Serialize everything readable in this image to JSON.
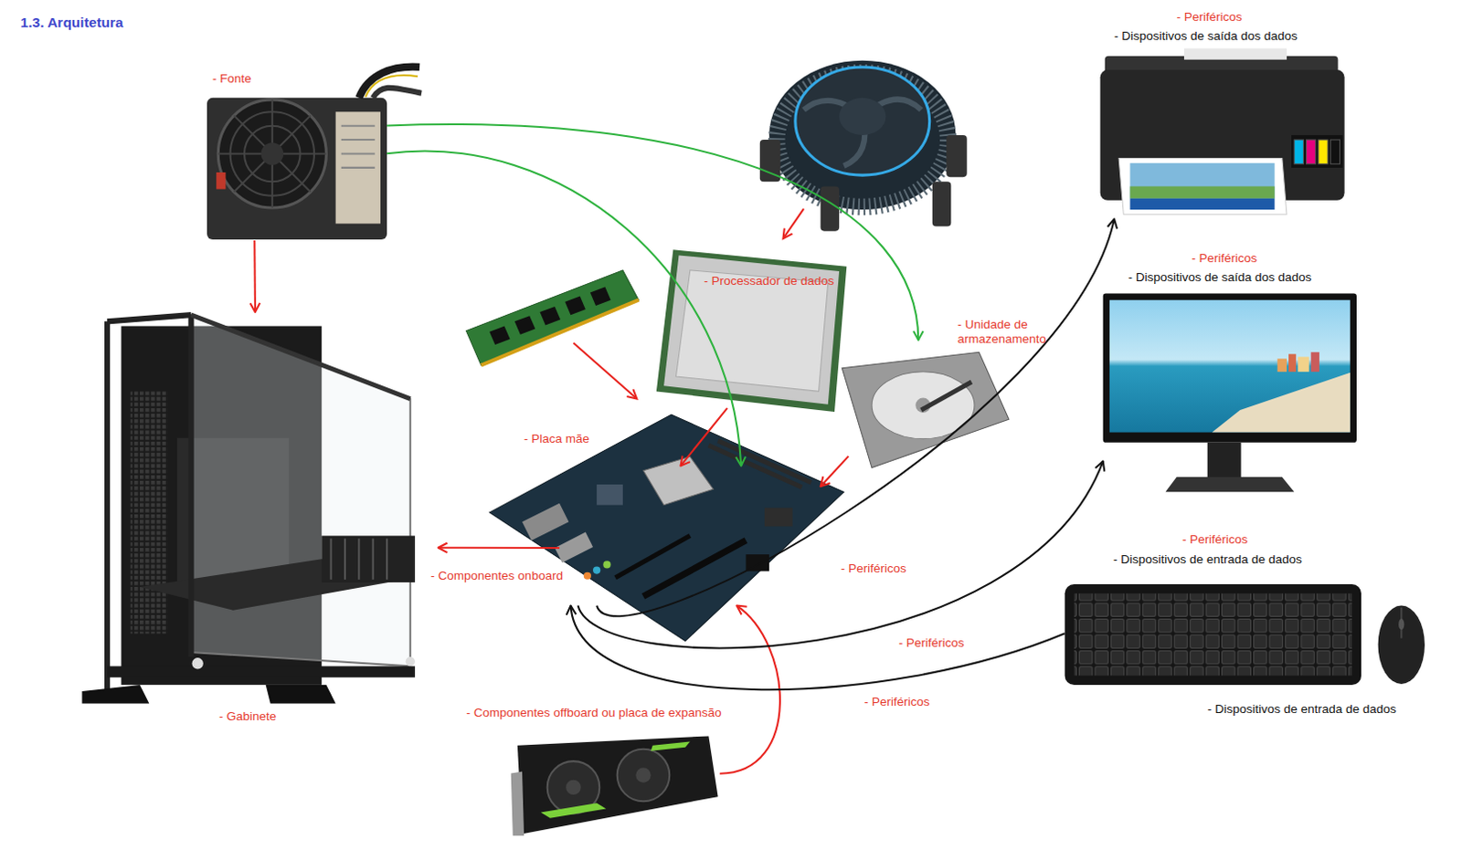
{
  "diagram": {
    "title": "1.3. Arquitetura",
    "nodes": [
      {
        "text": [
          "- Fonte"
        ]
      },
      {
        "text": [
          "- Processador de dados"
        ]
      },
      {
        "text": [
          "- Unidade de armazenamento"
        ]
      },
      {
        "text": [
          "- Placa mãe"
        ]
      },
      {
        "text": [
          "- Gabinete"
        ]
      },
      {
        "text": [
          "- Componentes offboard ou placa de expansão"
        ]
      },
      {
        "text": [
          "- Periféricos",
          "- Dispositivos de saída dos dados"
        ]
      },
      {
        "text": [
          "- Periféricos",
          "- Dispositivos de saída dos dados"
        ]
      },
      {
        "text": [
          "- Periféricos",
          "- Dispositivos de entrada de dados"
        ]
      },
      {
        "text": [
          "- Dispositivos de entrada de dados"
        ]
      }
    ],
    "edges": [
      {
        "from": 0,
        "to": 4,
        "arrow": "to"
      },
      {
        "from": 0,
        "to": 3,
        "arrow": "to"
      },
      {
        "from": 0,
        "to": 2,
        "arrow": "to"
      },
      {
        "from": 1,
        "to": 3,
        "arrow": "to"
      },
      {
        "from": 2,
        "to": 3,
        "arrow": "to"
      },
      {
        "from": 3,
        "to": 4,
        "label": "- Componentes onboard",
        "arrow": "to"
      },
      {
        "from": 5,
        "to": 3,
        "arrow": "to"
      },
      {
        "from": 3,
        "to": 6,
        "label": "- Periféricos",
        "arrow": "to"
      },
      {
        "from": 3,
        "to": 7,
        "label": "- Periféricos",
        "arrow": "to"
      },
      {
        "from": 8,
        "to": 3,
        "label": "- Periféricos",
        "arrow": "to"
      }
    ]
  }
}
